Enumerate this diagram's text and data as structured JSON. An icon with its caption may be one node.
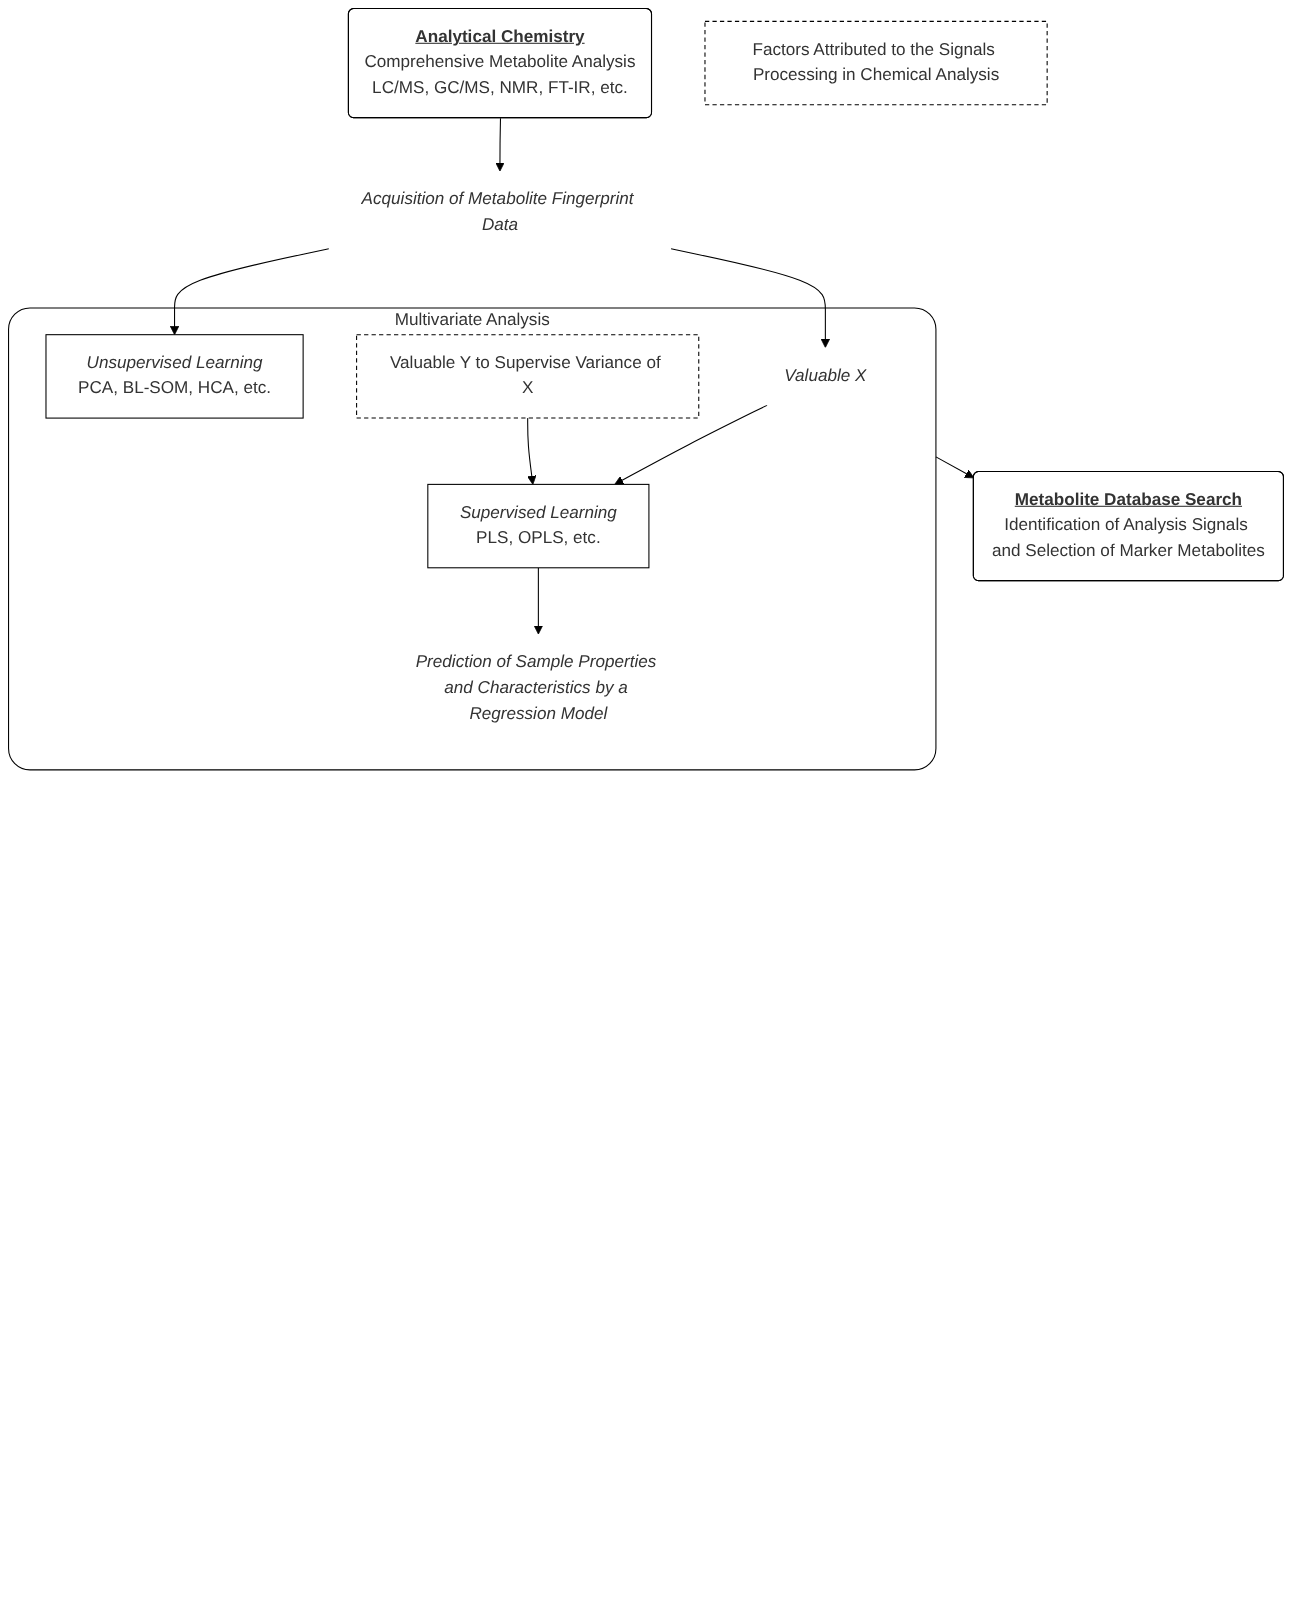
{
  "diagram": {
    "nodes": [
      {
        "text": [
          "Analytical Chemistry",
          "Comprehensive Metabolite Analysis",
          "LC/MS, GC/MS, NMR, FT-IR, etc."
        ]
      },
      {
        "text": [
          "Acquisition of Metabolite Fingerprint Data"
        ]
      },
      {
        "text": [
          "Multivariate Analysis"
        ]
      },
      {
        "text": [
          "Valuable X"
        ],
        "in": 2
      },
      {
        "text": [
          "Valuable Y to Supervise Variance of X"
        ],
        "in": 2
      },
      {
        "text": [
          "Unsupervised Learning",
          "PCA, BL-SOM, HCA, etc."
        ],
        "in": 2
      },
      {
        "text": [
          "Supervised Learning",
          "PLS, OPLS, etc."
        ],
        "in": 2
      },
      {
        "text": [
          "Prediction of Sample Properties and Characteristics by a Regression Model"
        ],
        "in": 2
      },
      {
        "text": [
          "Factors Attributed to the Signals Processing in Chemical Analysis"
        ]
      },
      {
        "text": [
          "Metabolite Database Search",
          "Identification of Analysis Signals and Selection of Marker Metabolites"
        ]
      }
    ],
    "edges": [
      {
        "from": 0,
        "to": 1,
        "arrow": "to"
      },
      {
        "from": 1,
        "to": 5,
        "arrow": "to"
      },
      {
        "from": 1,
        "to": 3,
        "arrow": "to"
      },
      {
        "from": 3,
        "to": 6,
        "arrow": "to"
      },
      {
        "from": 4,
        "to": 6,
        "arrow": "to"
      },
      {
        "from": 6,
        "to": 7,
        "arrow": "to"
      },
      {
        "from": 2,
        "to": 9,
        "arrow": "to"
      }
    ]
  }
}
